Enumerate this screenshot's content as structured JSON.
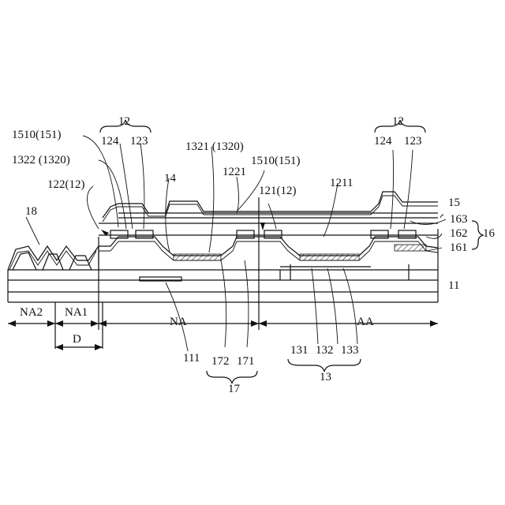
{
  "labels": {
    "l12_left": "12",
    "l124_left": "124",
    "l123_left": "123",
    "l1510_left": "1510(151)",
    "l1322": "1322 (1320)",
    "l122": "122(12)",
    "l18": "18",
    "l14": "14",
    "l1321": "1321 (1320)",
    "l1221": "1221",
    "l1510_mid": "1510(151)",
    "l121": "121(12)",
    "l1211": "1211",
    "l12_right": "12",
    "l124_right": "124",
    "l123_right": "123",
    "l15": "15",
    "l163": "163",
    "l162": "162",
    "l16": "16",
    "l161": "161",
    "l11": "11",
    "lNA2": "NA2",
    "lNA1": "NA1",
    "lNA": "NA",
    "lAA": "AA",
    "lD": "D",
    "l111": "111",
    "l172": "172",
    "l171": "171",
    "l17": "17",
    "l131": "131",
    "l132": "132",
    "l133": "133",
    "l13": "13"
  }
}
